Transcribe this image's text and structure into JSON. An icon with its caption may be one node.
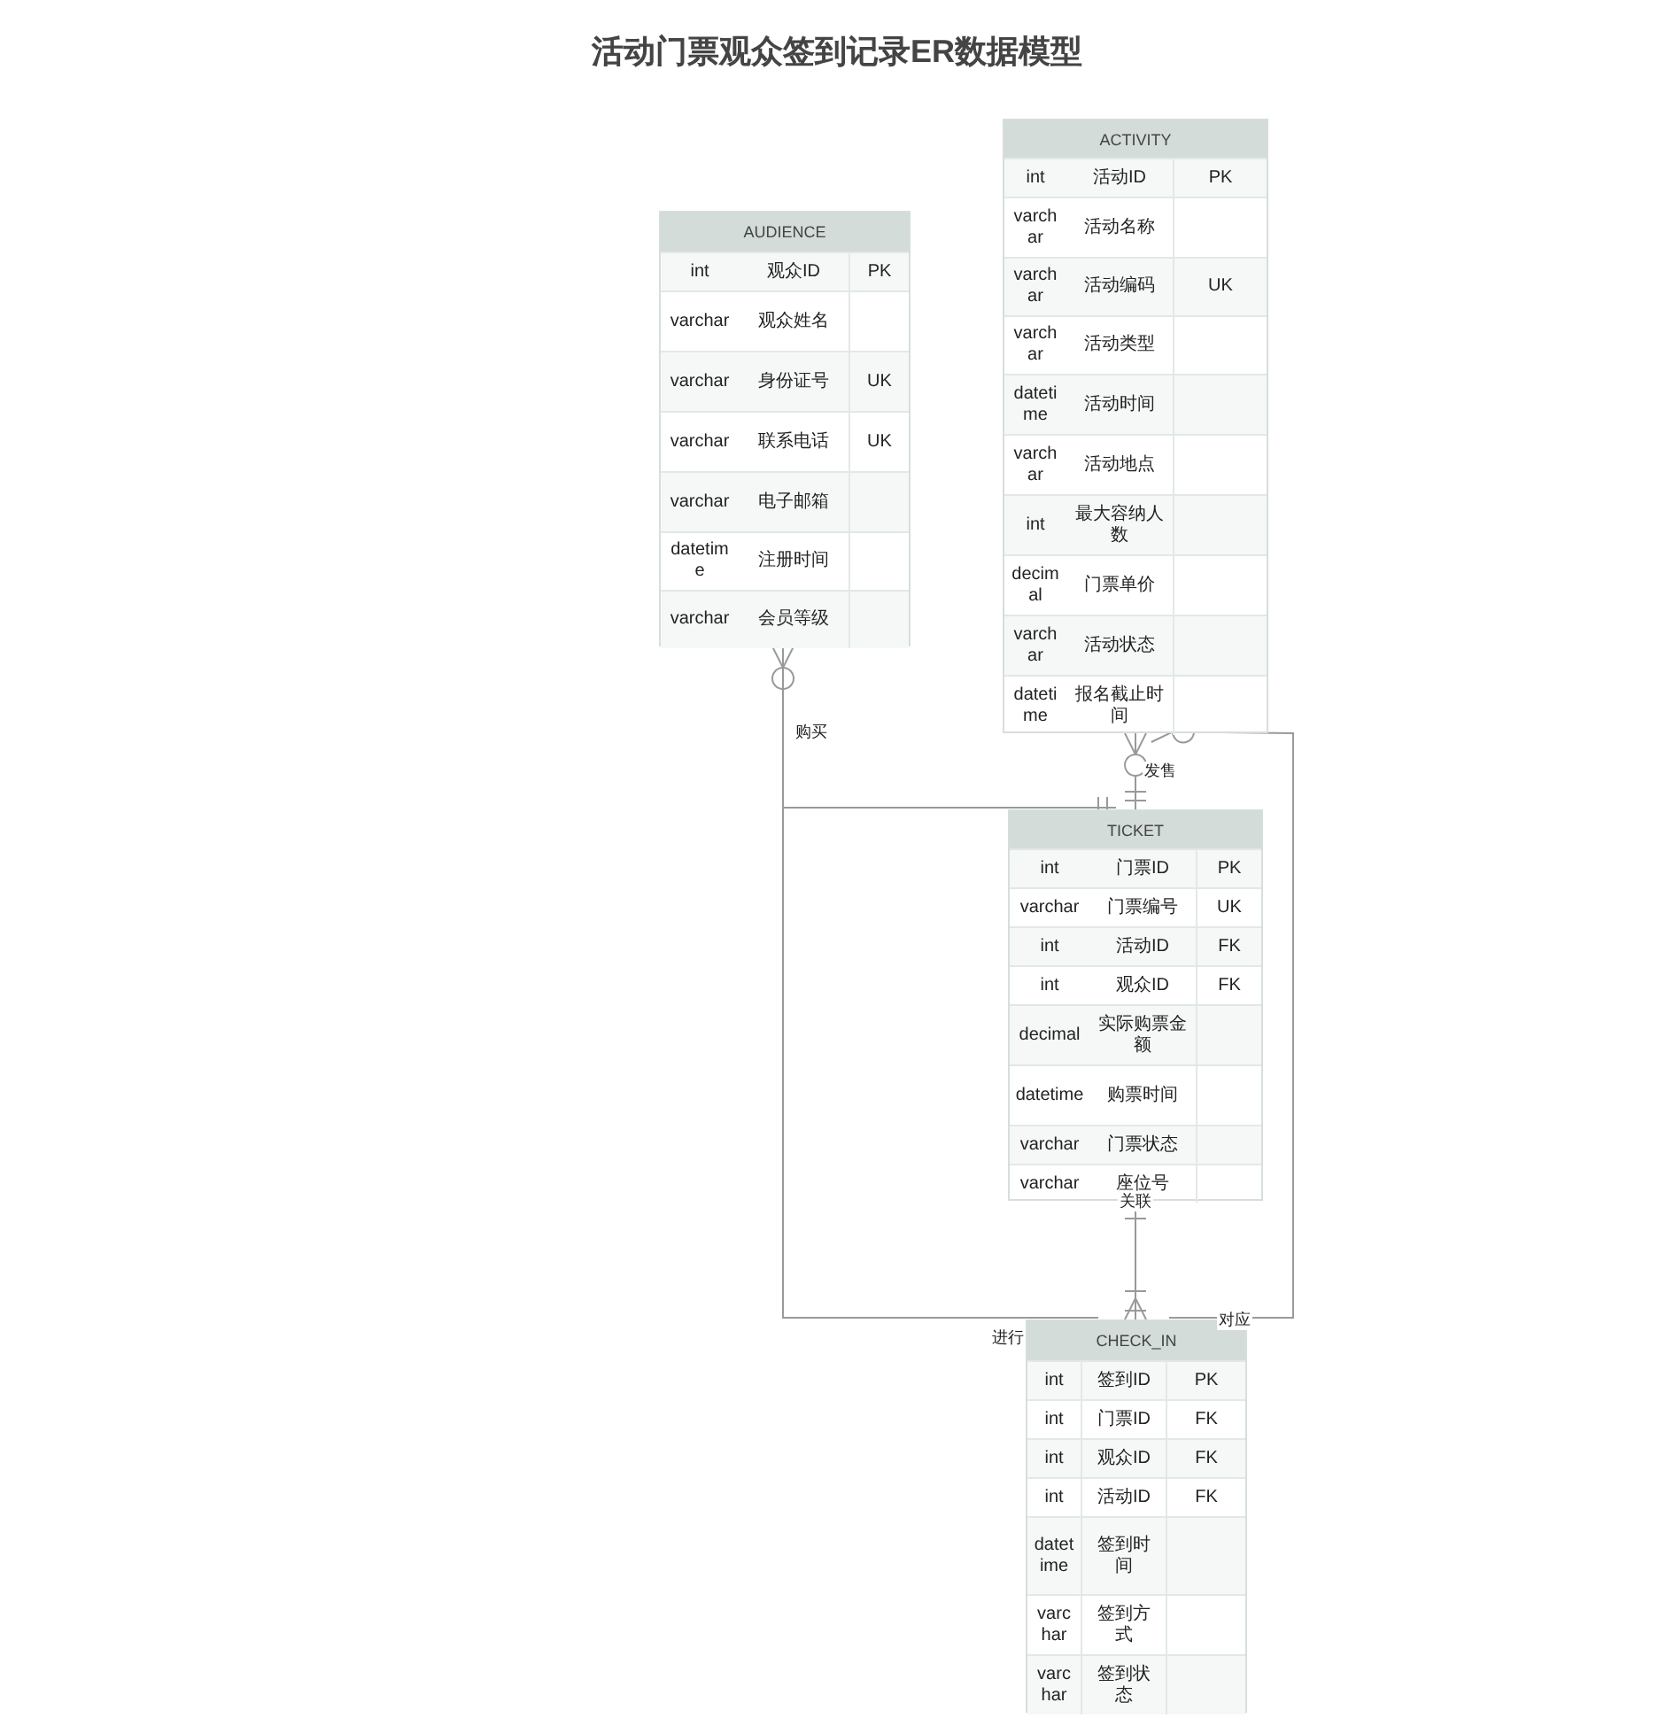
{
  "diagram": {
    "title": "活动门票观众签到记录ER数据模型",
    "nodes": [
      {
        "text": [
          "AUDIENCE"
        ]
      },
      {
        "text": [
          "int",
          "观众ID",
          "PK"
        ],
        "in": 0
      },
      {
        "text": [
          "varchar",
          "观众姓名"
        ],
        "in": 0
      },
      {
        "text": [
          "varchar",
          "身份证号",
          "UK"
        ],
        "in": 0
      },
      {
        "text": [
          "varchar",
          "联系电话",
          "UK"
        ],
        "in": 0
      },
      {
        "text": [
          "varchar",
          "电子邮箱"
        ],
        "in": 0
      },
      {
        "text": [
          "datetime",
          "注册时间"
        ],
        "in": 0
      },
      {
        "text": [
          "varchar",
          "会员等级"
        ],
        "in": 0
      },
      {
        "text": [
          "ACTIVITY"
        ]
      },
      {
        "text": [
          "int",
          "活动ID",
          "PK"
        ],
        "in": 8
      },
      {
        "text": [
          "varchar",
          "活动名称"
        ],
        "in": 8
      },
      {
        "text": [
          "varchar",
          "活动编码",
          "UK"
        ],
        "in": 8
      },
      {
        "text": [
          "varchar",
          "活动类型"
        ],
        "in": 8
      },
      {
        "text": [
          "datetime",
          "活动时间"
        ],
        "in": 8
      },
      {
        "text": [
          "varchar",
          "活动地点"
        ],
        "in": 8
      },
      {
        "text": [
          "int",
          "最大容纳人数"
        ],
        "in": 8
      },
      {
        "text": [
          "decimal",
          "门票单价"
        ],
        "in": 8
      },
      {
        "text": [
          "varchar",
          "活动状态"
        ],
        "in": 8
      },
      {
        "text": [
          "datetime",
          "报名截止时间"
        ],
        "in": 8
      },
      {
        "text": [
          "TICKET"
        ]
      },
      {
        "text": [
          "int",
          "门票ID",
          "PK"
        ],
        "in": 19
      },
      {
        "text": [
          "varchar",
          "门票编号",
          "UK"
        ],
        "in": 19
      },
      {
        "text": [
          "int",
          "活动ID",
          "FK"
        ],
        "in": 19
      },
      {
        "text": [
          "int",
          "观众ID",
          "FK"
        ],
        "in": 19
      },
      {
        "text": [
          "decimal",
          "实际购票金额"
        ],
        "in": 19
      },
      {
        "text": [
          "datetime",
          "购票时间"
        ],
        "in": 19
      },
      {
        "text": [
          "varchar",
          "门票状态"
        ],
        "in": 19
      },
      {
        "text": [
          "varchar",
          "座位号"
        ],
        "in": 19
      },
      {
        "text": [
          "CHECK_IN"
        ]
      },
      {
        "text": [
          "int",
          "签到ID",
          "PK"
        ],
        "in": 28
      },
      {
        "text": [
          "int",
          "门票ID",
          "FK"
        ],
        "in": 28
      },
      {
        "text": [
          "int",
          "观众ID",
          "FK"
        ],
        "in": 28
      },
      {
        "text": [
          "int",
          "活动ID",
          "FK"
        ],
        "in": 28
      },
      {
        "text": [
          "datetime",
          "签到时间"
        ],
        "in": 28
      },
      {
        "text": [
          "varchar",
          "签到方式"
        ],
        "in": 28
      },
      {
        "text": [
          "varchar",
          "签到状态"
        ],
        "in": 28
      }
    ],
    "edges": [
      {
        "from": 0,
        "to": 19,
        "arrow": "other",
        "label": "购买"
      },
      {
        "from": 8,
        "to": 19,
        "arrow": "other",
        "label": "发售"
      },
      {
        "from": 19,
        "to": 28,
        "arrow": "other",
        "label": "关联"
      },
      {
        "from": 0,
        "to": 28,
        "arrow": "none",
        "label": "进行"
      },
      {
        "from": 8,
        "to": 28,
        "arrow": "other",
        "label": "对应"
      }
    ]
  }
}
